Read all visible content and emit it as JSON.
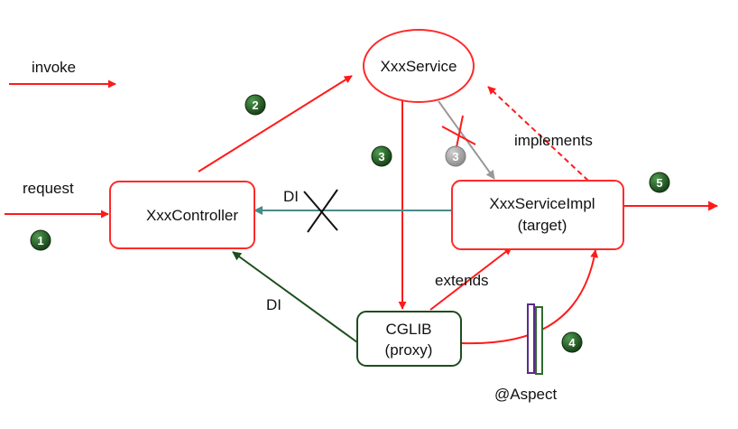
{
  "legend": {
    "label": "invoke"
  },
  "nodes": {
    "service": "XxxService",
    "controller": "XxxController",
    "impl_name": "XxxServiceImpl",
    "impl_role": "(target)",
    "proxy_name": "CGLIB",
    "proxy_role": "(proxy)"
  },
  "edge_labels": {
    "request": "request",
    "implements": "implements",
    "di_top": "DI",
    "di_bottom": "DI",
    "extends": "extends",
    "aspect": "@Aspect"
  },
  "steps": [
    "1",
    "2",
    "3",
    "3",
    "4",
    "5"
  ],
  "colors": {
    "invoke": "#ff1a1a",
    "node_red": "#ff2a2a",
    "node_green": "#1e4d1e",
    "di_teal": "#4a8a8a",
    "disabled": "#999999",
    "step_green": "#1d5a1d",
    "step_gray": "#9a9a9a",
    "aspect_purple": "#5b2b8c",
    "aspect_green": "#2f6b2f"
  }
}
